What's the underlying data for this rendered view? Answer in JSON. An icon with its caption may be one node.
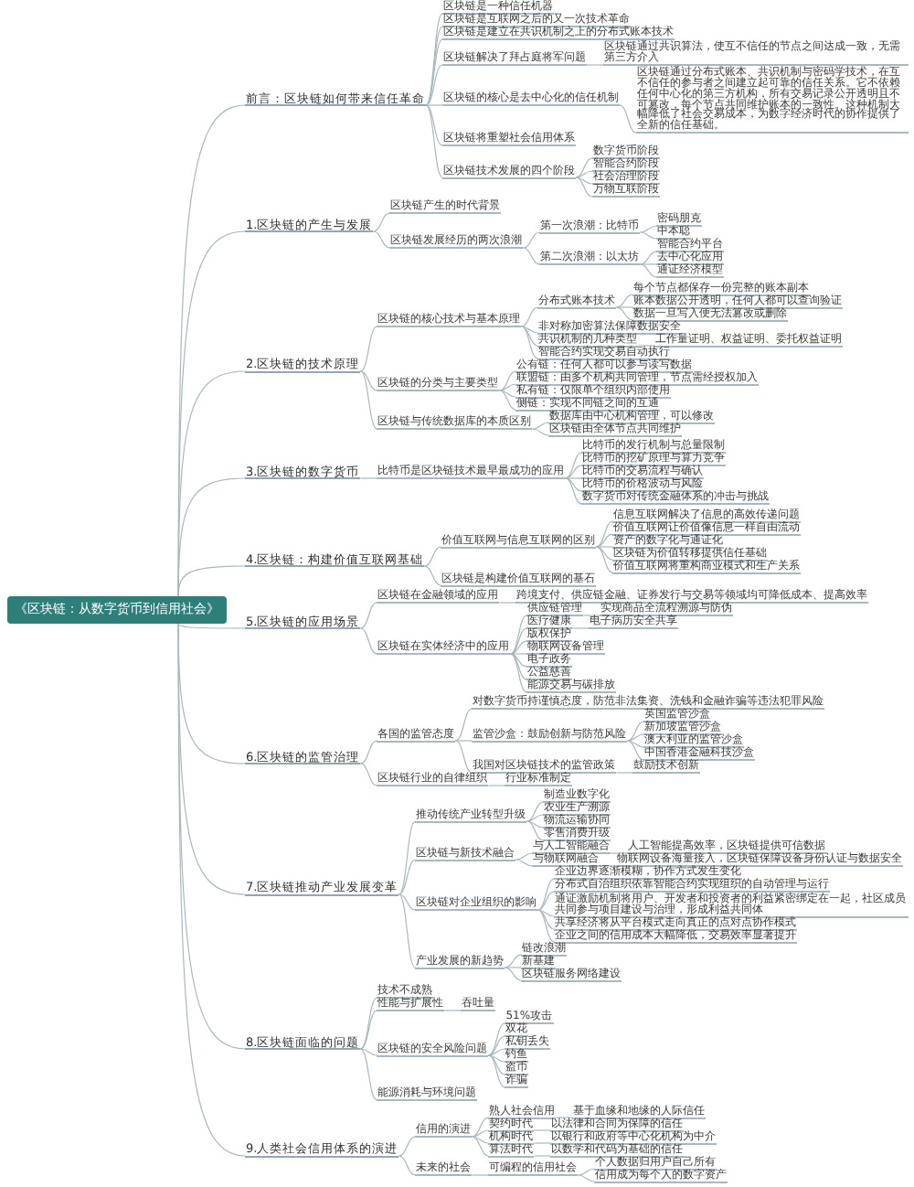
{
  "diagram": {
    "nodes": [
      {
        "text": [
          "《区块链：从数字货币到信用社会》"
        ]
      },
      {
        "text": [
          "前言：区块链如何带来信任革命"
        ]
      },
      {
        "text": [
          "区块链是一种信任机器"
        ]
      },
      {
        "text": [
          "区块链是互联网之后的又一次技术革命"
        ]
      },
      {
        "text": [
          "区块链是建立在共识机制之上的分布式账本技术"
        ]
      },
      {
        "text": [
          "区块链解决了拜占庭将军问题"
        ]
      },
      {
        "text": [
          "区块链通过共识算法，使互不信任的节点之间达成一致，无需第三方介入"
        ]
      },
      {
        "text": [
          "区块链的核心是去中心化的信任机制"
        ]
      },
      {
        "text": [
          "区块链通过分布式账本、共识机制与密码学技术，在互不信任的参与者之间建立起可靠的信任关系。它不依赖任何中心化的第三方机构，所有交易记录公开透明且不可篡改，每个节点共同维护账本的一致性。这种机制大幅降低了社会交易成本，为数字经济时代的协作提供了全新的信任基础。"
        ]
      },
      {
        "text": [
          "区块链将重塑社会信用体系"
        ]
      },
      {
        "text": [
          "区块链技术发展的四个阶段"
        ]
      },
      {
        "text": [
          "数字货币阶段"
        ]
      },
      {
        "text": [
          "智能合约阶段"
        ]
      },
      {
        "text": [
          "社会治理阶段"
        ]
      },
      {
        "text": [
          "万物互联阶段"
        ]
      },
      {
        "text": [
          "1.区块链的产生与发展"
        ]
      },
      {
        "text": [
          "区块链产生的时代背景"
        ]
      },
      {
        "text": [
          "区块链发展经历的两次浪潮"
        ]
      },
      {
        "text": [
          "第一次浪潮：比特币"
        ]
      },
      {
        "text": [
          "密码朋克"
        ]
      },
      {
        "text": [
          "中本聪"
        ]
      },
      {
        "text": [
          "第二次浪潮：以太坊"
        ]
      },
      {
        "text": [
          "智能合约平台"
        ]
      },
      {
        "text": [
          "去中心化应用"
        ]
      },
      {
        "text": [
          "通证经济模型"
        ]
      },
      {
        "text": [
          "2.区块链的技术原理"
        ]
      },
      {
        "text": [
          "区块链的核心技术与基本原理"
        ]
      },
      {
        "text": [
          "分布式账本技术"
        ]
      },
      {
        "text": [
          "每个节点都保存一份完整的账本副本"
        ]
      },
      {
        "text": [
          "账本数据公开透明，任何人都可以查询验证"
        ]
      },
      {
        "text": [
          "数据一旦写入便无法篡改或删除"
        ]
      },
      {
        "text": [
          "非对称加密算法保障数据安全"
        ]
      },
      {
        "text": [
          "共识机制的几种类型"
        ]
      },
      {
        "text": [
          "工作量证明、权益证明、委托权益证明"
        ]
      },
      {
        "text": [
          "智能合约实现交易自动执行"
        ]
      },
      {
        "text": [
          "区块链的分类与主要类型"
        ]
      },
      {
        "text": [
          "公有链：任何人都可以参与读写数据"
        ]
      },
      {
        "text": [
          "联盟链：由多个机构共同管理，节点需经授权加入"
        ]
      },
      {
        "text": [
          "私有链：仅限单个组织内部使用"
        ]
      },
      {
        "text": [
          "侧链：实现不同链之间的互通"
        ]
      },
      {
        "text": [
          "区块链与传统数据库的本质区别"
        ]
      },
      {
        "text": [
          "数据库由中心机构管理，可以修改"
        ]
      },
      {
        "text": [
          "区块链由全体节点共同维护"
        ]
      },
      {
        "text": [
          "3.区块链的数字货币"
        ]
      },
      {
        "text": [
          "比特币是区块链技术最早最成功的应用"
        ]
      },
      {
        "text": [
          "比特币的发行机制与总量限制"
        ]
      },
      {
        "text": [
          "比特币的挖矿原理与算力竞争"
        ]
      },
      {
        "text": [
          "比特币的交易流程与确认"
        ]
      },
      {
        "text": [
          "比特币的价格波动与风险"
        ]
      },
      {
        "text": [
          "数字货币对传统金融体系的冲击与挑战"
        ]
      },
      {
        "text": [
          "4.区块链：构建价值互联网基础"
        ]
      },
      {
        "text": [
          "价值互联网与信息互联网的区别"
        ]
      },
      {
        "text": [
          "信息互联网解决了信息的高效传递问题"
        ]
      },
      {
        "text": [
          "价值互联网让价值像信息一样自由流动"
        ]
      },
      {
        "text": [
          "资产的数字化与通证化"
        ]
      },
      {
        "text": [
          "区块链为价值转移提供信任基础"
        ]
      },
      {
        "text": [
          "价值互联网将重构商业模式和生产关系"
        ]
      },
      {
        "text": [
          "区块链是构建价值互联网的基石"
        ]
      },
      {
        "text": [
          "5.区块链的应用场景"
        ]
      },
      {
        "text": [
          "区块链在金融领域的应用"
        ]
      },
      {
        "text": [
          "跨境支付、供应链金融、证券发行与交易等领域均可降低成本、提高效率"
        ]
      },
      {
        "text": [
          "区块链在实体经济中的应用"
        ]
      },
      {
        "text": [
          "供应链管理"
        ]
      },
      {
        "text": [
          "实现商品全流程溯源与防伪"
        ]
      },
      {
        "text": [
          "医疗健康"
        ]
      },
      {
        "text": [
          "电子病历安全共享"
        ]
      },
      {
        "text": [
          "版权保护"
        ]
      },
      {
        "text": [
          "物联网设备管理"
        ]
      },
      {
        "text": [
          "电子政务"
        ]
      },
      {
        "text": [
          "公益慈善"
        ]
      },
      {
        "text": [
          "能源交易与碳排放"
        ]
      },
      {
        "text": [
          "6.区块链的监管治理"
        ]
      },
      {
        "text": [
          "各国的监管态度"
        ]
      },
      {
        "text": [
          "对数字货币持谨慎态度，防范非法集资、洗钱和金融诈骗等违法犯罪风险"
        ]
      },
      {
        "text": [
          "监管沙盒：鼓励创新与防范风险"
        ]
      },
      {
        "text": [
          "英国监管沙盒"
        ]
      },
      {
        "text": [
          "新加坡监管沙盒"
        ]
      },
      {
        "text": [
          "澳大利亚的监管沙盒"
        ]
      },
      {
        "text": [
          "中国香港金融科技沙盒"
        ]
      },
      {
        "text": [
          "我国对区块链技术的监管政策"
        ]
      },
      {
        "text": [
          "鼓励技术创新"
        ]
      },
      {
        "text": [
          "区块链行业的自律组织"
        ]
      },
      {
        "text": [
          "行业标准制定"
        ]
      },
      {
        "text": [
          "7.区块链推动产业发展变革"
        ]
      },
      {
        "text": [
          "推动传统产业转型升级"
        ]
      },
      {
        "text": [
          "制造业数字化"
        ]
      },
      {
        "text": [
          "农业生产溯源"
        ]
      },
      {
        "text": [
          "物流运输协同"
        ]
      },
      {
        "text": [
          "零售消费升级"
        ]
      },
      {
        "text": [
          "区块链与新技术融合"
        ]
      },
      {
        "text": [
          "与人工智能融合"
        ]
      },
      {
        "text": [
          "人工智能提高效率，区块链提供可信数据"
        ]
      },
      {
        "text": [
          "与物联网融合"
        ]
      },
      {
        "text": [
          "物联网设备海量接入，区块链保障设备身份认证与数据安全"
        ]
      },
      {
        "text": [
          "区块链对企业组织的影响"
        ]
      },
      {
        "text": [
          "企业边界逐渐模糊，协作方式发生变化"
        ]
      },
      {
        "text": [
          "分布式自治组织依靠智能合约实现组织的自动管理与运行"
        ]
      },
      {
        "text": [
          "通证激励机制将用户、开发者和投资者的利益紧密绑定在一起，社区成员共同参与项目建设与治理，形成利益共同体"
        ]
      },
      {
        "text": [
          "共享经济将从平台模式走向真正的点对点协作模式"
        ]
      },
      {
        "text": [
          "企业之间的信用成本大幅降低，交易效率显著提升"
        ]
      },
      {
        "text": [
          "产业发展的新趋势"
        ]
      },
      {
        "text": [
          "链改浪潮"
        ]
      },
      {
        "text": [
          "新基建"
        ]
      },
      {
        "text": [
          "区块链服务网络建设"
        ]
      },
      {
        "text": [
          "8.区块链面临的问题"
        ]
      },
      {
        "text": [
          "技术不成熟"
        ]
      },
      {
        "text": [
          "性能与扩展性"
        ]
      },
      {
        "text": [
          "吞吐量"
        ]
      },
      {
        "text": [
          "区块链的安全风险问题"
        ]
      },
      {
        "text": [
          "51%攻击"
        ]
      },
      {
        "text": [
          "双花"
        ]
      },
      {
        "text": [
          "私钥丢失"
        ]
      },
      {
        "text": [
          "钓鱼"
        ]
      },
      {
        "text": [
          "盗币"
        ]
      },
      {
        "text": [
          "诈骗"
        ]
      },
      {
        "text": [
          "能源消耗与环境问题"
        ]
      },
      {
        "text": [
          "9.人类社会信用体系的演进"
        ]
      },
      {
        "text": [
          "信用的演进"
        ]
      },
      {
        "text": [
          "熟人社会信用"
        ]
      },
      {
        "text": [
          "基于血缘和地缘的人际信任"
        ]
      },
      {
        "text": [
          "契约时代"
        ]
      },
      {
        "text": [
          "以法律和合同为保障的信任"
        ]
      },
      {
        "text": [
          "机构时代"
        ]
      },
      {
        "text": [
          "以银行和政府等中心化机构为中介"
        ]
      },
      {
        "text": [
          "算法时代"
        ]
      },
      {
        "text": [
          "以数学和代码为基础的信任"
        ]
      },
      {
        "text": [
          "未来的社会"
        ]
      },
      {
        "text": [
          "可编程的信用社会"
        ]
      },
      {
        "text": [
          "个人数据归用户自己所有"
        ]
      },
      {
        "text": [
          "信用成为每个人的数字资产"
        ]
      }
    ],
    "edges": [
      {
        "from": 0,
        "to": 1,
        "arrow": "none"
      },
      {
        "from": 1,
        "to": 2,
        "arrow": "none"
      },
      {
        "from": 1,
        "to": 3,
        "arrow": "none"
      },
      {
        "from": 1,
        "to": 4,
        "arrow": "none"
      },
      {
        "from": 1,
        "to": 5,
        "arrow": "none"
      },
      {
        "from": 5,
        "to": 6,
        "arrow": "none"
      },
      {
        "from": 1,
        "to": 7,
        "arrow": "none"
      },
      {
        "from": 7,
        "to": 8,
        "arrow": "none"
      },
      {
        "from": 1,
        "to": 9,
        "arrow": "none"
      },
      {
        "from": 1,
        "to": 10,
        "arrow": "none"
      },
      {
        "from": 10,
        "to": 11,
        "arrow": "none"
      },
      {
        "from": 10,
        "to": 12,
        "arrow": "none"
      },
      {
        "from": 10,
        "to": 13,
        "arrow": "none"
      },
      {
        "from": 10,
        "to": 14,
        "arrow": "none"
      },
      {
        "from": 0,
        "to": 15,
        "arrow": "none"
      },
      {
        "from": 15,
        "to": 16,
        "arrow": "none"
      },
      {
        "from": 15,
        "to": 17,
        "arrow": "none"
      },
      {
        "from": 17,
        "to": 18,
        "arrow": "none"
      },
      {
        "from": 18,
        "to": 19,
        "arrow": "none"
      },
      {
        "from": 18,
        "to": 20,
        "arrow": "none"
      },
      {
        "from": 17,
        "to": 21,
        "arrow": "none"
      },
      {
        "from": 21,
        "to": 22,
        "arrow": "none"
      },
      {
        "from": 21,
        "to": 23,
        "arrow": "none"
      },
      {
        "from": 21,
        "to": 24,
        "arrow": "none"
      },
      {
        "from": 0,
        "to": 25,
        "arrow": "none"
      },
      {
        "from": 25,
        "to": 26,
        "arrow": "none"
      },
      {
        "from": 26,
        "to": 27,
        "arrow": "none"
      },
      {
        "from": 27,
        "to": 28,
        "arrow": "none"
      },
      {
        "from": 27,
        "to": 29,
        "arrow": "none"
      },
      {
        "from": 27,
        "to": 30,
        "arrow": "none"
      },
      {
        "from": 26,
        "to": 31,
        "arrow": "none"
      },
      {
        "from": 26,
        "to": 32,
        "arrow": "none"
      },
      {
        "from": 32,
        "to": 33,
        "arrow": "none"
      },
      {
        "from": 26,
        "to": 34,
        "arrow": "none"
      },
      {
        "from": 25,
        "to": 35,
        "arrow": "none"
      },
      {
        "from": 35,
        "to": 36,
        "arrow": "none"
      },
      {
        "from": 35,
        "to": 37,
        "arrow": "none"
      },
      {
        "from": 35,
        "to": 38,
        "arrow": "none"
      },
      {
        "from": 35,
        "to": 39,
        "arrow": "none"
      },
      {
        "from": 25,
        "to": 40,
        "arrow": "none"
      },
      {
        "from": 40,
        "to": 41,
        "arrow": "none"
      },
      {
        "from": 40,
        "to": 42,
        "arrow": "none"
      },
      {
        "from": 0,
        "to": 43,
        "arrow": "none"
      },
      {
        "from": 43,
        "to": 44,
        "arrow": "none"
      },
      {
        "from": 44,
        "to": 45,
        "arrow": "none"
      },
      {
        "from": 44,
        "to": 46,
        "arrow": "none"
      },
      {
        "from": 44,
        "to": 47,
        "arrow": "none"
      },
      {
        "from": 44,
        "to": 48,
        "arrow": "none"
      },
      {
        "from": 44,
        "to": 49,
        "arrow": "none"
      },
      {
        "from": 0,
        "to": 50,
        "arrow": "none"
      },
      {
        "from": 50,
        "to": 51,
        "arrow": "none"
      },
      {
        "from": 51,
        "to": 52,
        "arrow": "none"
      },
      {
        "from": 51,
        "to": 53,
        "arrow": "none"
      },
      {
        "from": 51,
        "to": 54,
        "arrow": "none"
      },
      {
        "from": 51,
        "to": 55,
        "arrow": "none"
      },
      {
        "from": 51,
        "to": 56,
        "arrow": "none"
      },
      {
        "from": 50,
        "to": 57,
        "arrow": "none"
      },
      {
        "from": 0,
        "to": 58,
        "arrow": "none"
      },
      {
        "from": 58,
        "to": 59,
        "arrow": "none"
      },
      {
        "from": 59,
        "to": 60,
        "arrow": "none"
      },
      {
        "from": 58,
        "to": 61,
        "arrow": "none"
      },
      {
        "from": 61,
        "to": 62,
        "arrow": "none"
      },
      {
        "from": 62,
        "to": 63,
        "arrow": "none"
      },
      {
        "from": 61,
        "to": 64,
        "arrow": "none"
      },
      {
        "from": 64,
        "to": 65,
        "arrow": "none"
      },
      {
        "from": 61,
        "to": 66,
        "arrow": "none"
      },
      {
        "from": 61,
        "to": 67,
        "arrow": "none"
      },
      {
        "from": 61,
        "to": 68,
        "arrow": "none"
      },
      {
        "from": 61,
        "to": 69,
        "arrow": "none"
      },
      {
        "from": 61,
        "to": 70,
        "arrow": "none"
      },
      {
        "from": 0,
        "to": 71,
        "arrow": "none"
      },
      {
        "from": 71,
        "to": 72,
        "arrow": "none"
      },
      {
        "from": 72,
        "to": 73,
        "arrow": "none"
      },
      {
        "from": 72,
        "to": 74,
        "arrow": "none"
      },
      {
        "from": 74,
        "to": 75,
        "arrow": "none"
      },
      {
        "from": 74,
        "to": 76,
        "arrow": "none"
      },
      {
        "from": 74,
        "to": 77,
        "arrow": "none"
      },
      {
        "from": 74,
        "to": 78,
        "arrow": "none"
      },
      {
        "from": 72,
        "to": 79,
        "arrow": "none"
      },
      {
        "from": 79,
        "to": 80,
        "arrow": "none"
      },
      {
        "from": 71,
        "to": 81,
        "arrow": "none"
      },
      {
        "from": 81,
        "to": 82,
        "arrow": "none"
      },
      {
        "from": 0,
        "to": 83,
        "arrow": "none"
      },
      {
        "from": 83,
        "to": 84,
        "arrow": "none"
      },
      {
        "from": 84,
        "to": 85,
        "arrow": "none"
      },
      {
        "from": 84,
        "to": 86,
        "arrow": "none"
      },
      {
        "from": 84,
        "to": 87,
        "arrow": "none"
      },
      {
        "from": 84,
        "to": 88,
        "arrow": "none"
      },
      {
        "from": 83,
        "to": 89,
        "arrow": "none"
      },
      {
        "from": 89,
        "to": 90,
        "arrow": "none"
      },
      {
        "from": 90,
        "to": 91,
        "arrow": "none"
      },
      {
        "from": 89,
        "to": 92,
        "arrow": "none"
      },
      {
        "from": 92,
        "to": 93,
        "arrow": "none"
      },
      {
        "from": 83,
        "to": 94,
        "arrow": "none"
      },
      {
        "from": 94,
        "to": 95,
        "arrow": "none"
      },
      {
        "from": 94,
        "to": 96,
        "arrow": "none"
      },
      {
        "from": 94,
        "to": 97,
        "arrow": "none"
      },
      {
        "from": 94,
        "to": 98,
        "arrow": "none"
      },
      {
        "from": 94,
        "to": 99,
        "arrow": "none"
      },
      {
        "from": 83,
        "to": 100,
        "arrow": "none"
      },
      {
        "from": 100,
        "to": 101,
        "arrow": "none"
      },
      {
        "from": 100,
        "to": 102,
        "arrow": "none"
      },
      {
        "from": 100,
        "to": 103,
        "arrow": "none"
      },
      {
        "from": 0,
        "to": 104,
        "arrow": "none"
      },
      {
        "from": 104,
        "to": 105,
        "arrow": "none"
      },
      {
        "from": 104,
        "to": 106,
        "arrow": "none"
      },
      {
        "from": 106,
        "to": 107,
        "arrow": "none"
      },
      {
        "from": 104,
        "to": 108,
        "arrow": "none"
      },
      {
        "from": 108,
        "to": 109,
        "arrow": "none"
      },
      {
        "from": 108,
        "to": 110,
        "arrow": "none"
      },
      {
        "from": 108,
        "to": 111,
        "arrow": "none"
      },
      {
        "from": 108,
        "to": 112,
        "arrow": "none"
      },
      {
        "from": 108,
        "to": 113,
        "arrow": "none"
      },
      {
        "from": 108,
        "to": 114,
        "arrow": "none"
      },
      {
        "from": 104,
        "to": 115,
        "arrow": "none"
      },
      {
        "from": 0,
        "to": 116,
        "arrow": "none"
      },
      {
        "from": 116,
        "to": 117,
        "arrow": "none"
      },
      {
        "from": 117,
        "to": 118,
        "arrow": "none"
      },
      {
        "from": 118,
        "to": 119,
        "arrow": "none"
      },
      {
        "from": 117,
        "to": 120,
        "arrow": "none"
      },
      {
        "from": 120,
        "to": 121,
        "arrow": "none"
      },
      {
        "from": 117,
        "to": 122,
        "arrow": "none"
      },
      {
        "from": 122,
        "to": 123,
        "arrow": "none"
      },
      {
        "from": 117,
        "to": 124,
        "arrow": "none"
      },
      {
        "from": 124,
        "to": 125,
        "arrow": "none"
      },
      {
        "from": 116,
        "to": 126,
        "arrow": "none"
      },
      {
        "from": 126,
        "to": 127,
        "arrow": "none"
      },
      {
        "from": 127,
        "to": 128,
        "arrow": "none"
      },
      {
        "from": 127,
        "to": 129,
        "arrow": "none"
      }
    ]
  }
}
